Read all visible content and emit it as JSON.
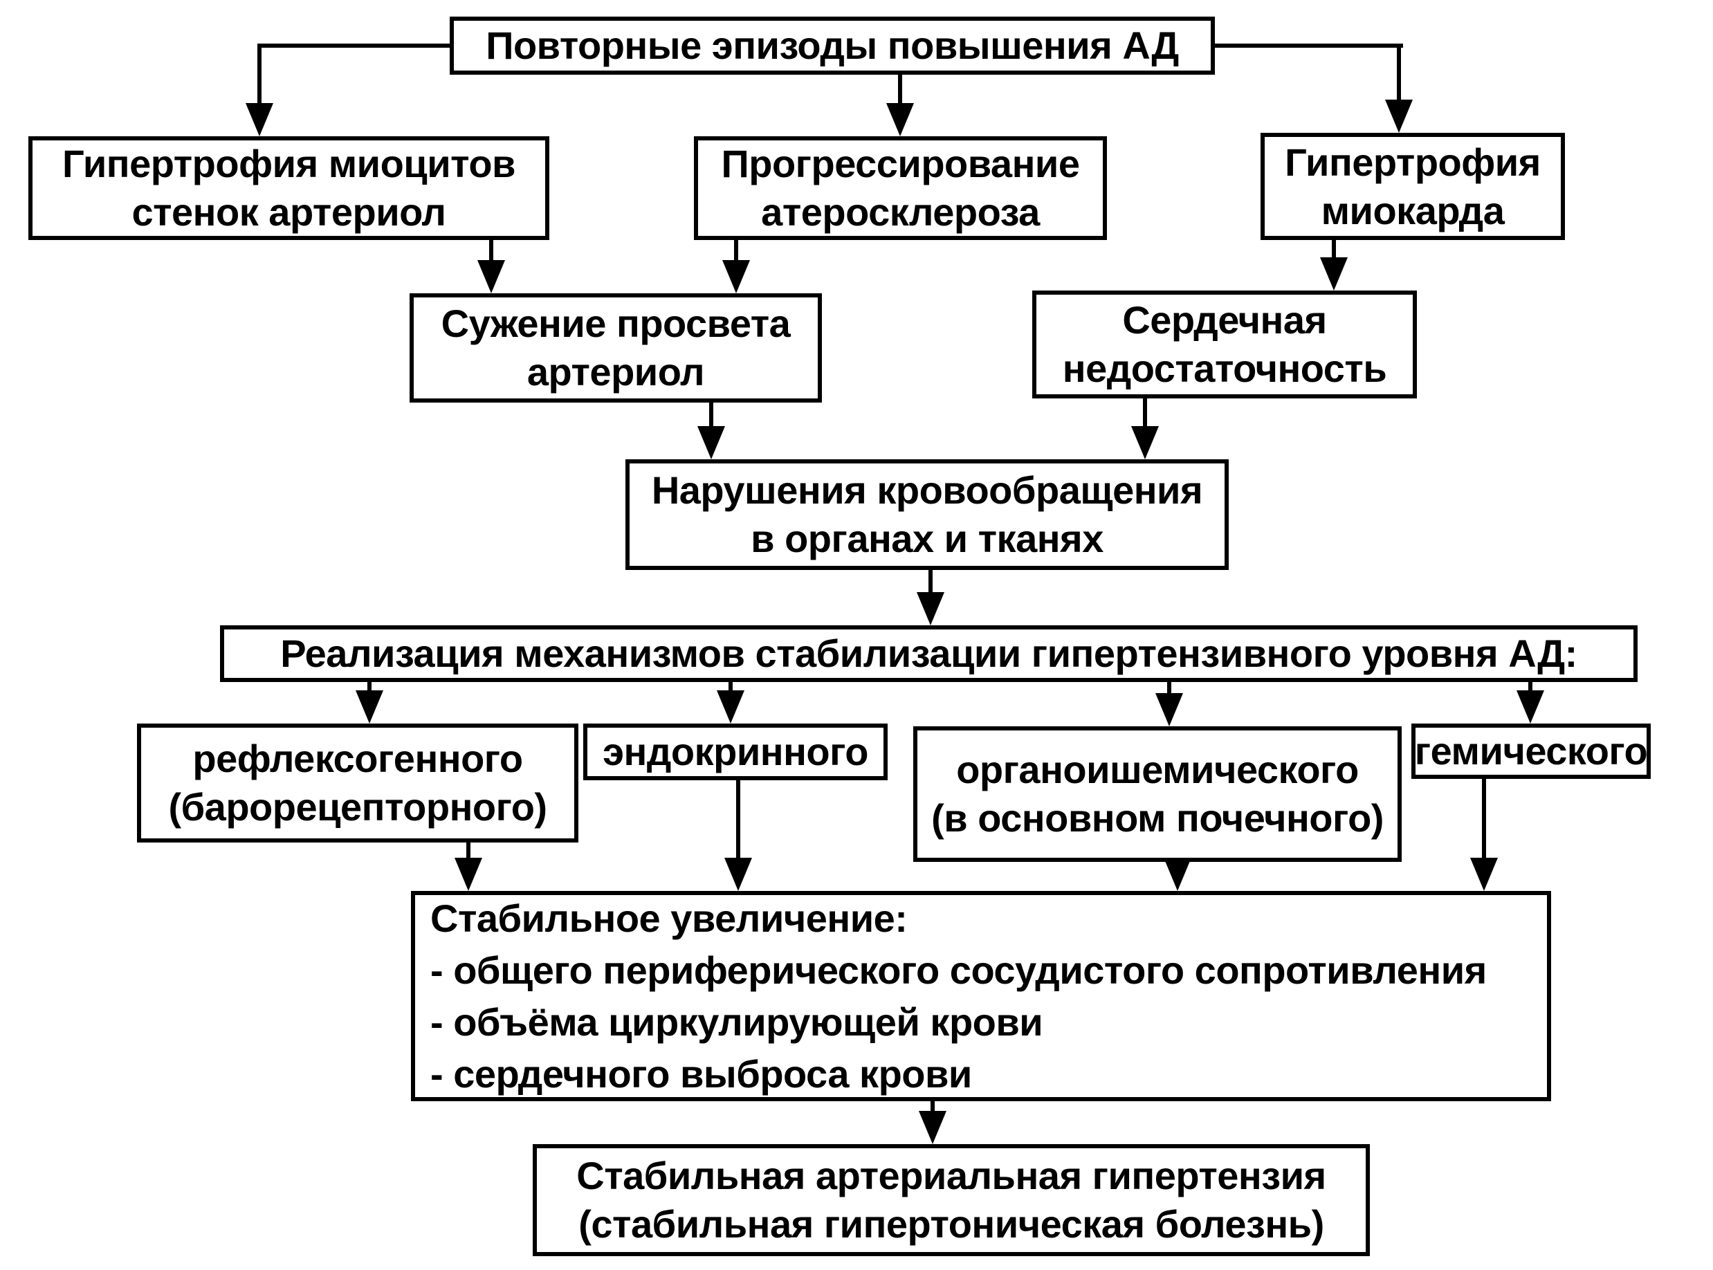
{
  "page": {
    "background": "#ffffff",
    "ink": "#000000"
  },
  "diagram": {
    "nodes": {
      "top": {
        "l1": "Повторные эпизоды повышения АД"
      },
      "r2a": {
        "l1": "Гипертрофия миоцитов",
        "l2": "стенок артериол"
      },
      "r2b": {
        "l1": "Прогрессирование",
        "l2": "атеросклероза"
      },
      "r2c": {
        "l1": "Гипертрофия",
        "l2": "миокарда"
      },
      "r3a": {
        "l1": "Сужение просвета",
        "l2": "артериол"
      },
      "r3b": {
        "l1": "Сердечная",
        "l2": "недостаточность"
      },
      "r4": {
        "l1": "Нарушения кровообращения",
        "l2": "в органах и тканях"
      },
      "r5": {
        "l1": "Реализация механизмов стабилизации гипертензивного уровня АД:"
      },
      "r6a": {
        "l1": "рефлексогенного",
        "l2": "(барорецепторного)"
      },
      "r6b": {
        "l1": "эндокринного"
      },
      "r6c": {
        "l1": "органоишемического",
        "l2": "(в основном почечного)"
      },
      "r6d": {
        "l1": "гемического"
      },
      "r7": {
        "l1": "Стабильное увеличение:",
        "l2": "- общего периферического сосудистого сопротивления",
        "l3": "- объёма циркулирующей крови",
        "l4": "- сердечного выброса крови"
      },
      "r8": {
        "l1": "Стабильная артериальная гипертензия",
        "l2": "(стабильная гипертоническая болезнь)"
      }
    }
  }
}
